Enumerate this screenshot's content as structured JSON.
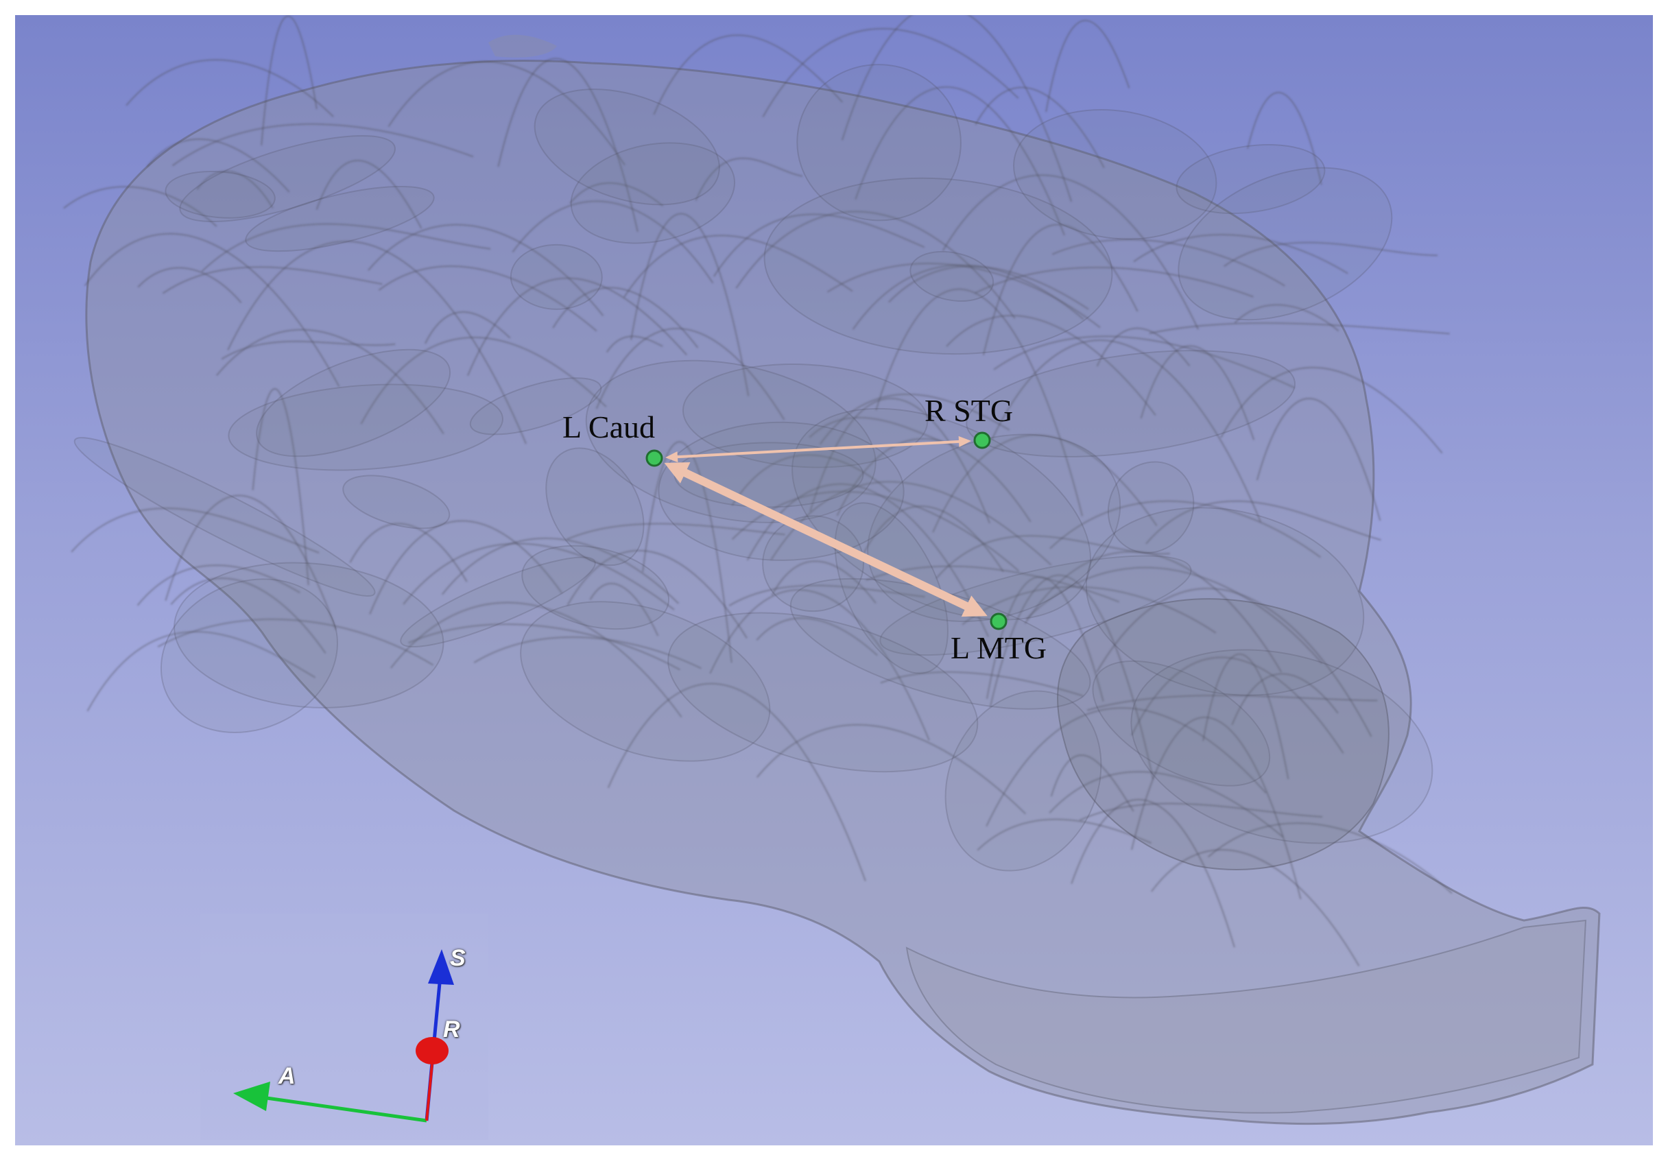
{
  "viewer": {
    "background_top": "#7a84cb",
    "background_bottom": "#b8bde6",
    "model_color": "#8c8ea3",
    "node_color": "#3ec45a",
    "edge_color": "#efc2ad"
  },
  "nodes": [
    {
      "id": "l-caud",
      "label": "L Caud"
    },
    {
      "id": "r-stg",
      "label": "R STG"
    },
    {
      "id": "l-mtg",
      "label": "L MTG"
    }
  ],
  "edges": [
    {
      "from": "L Caud",
      "to": "R STG",
      "weight": "thin"
    },
    {
      "from": "L Caud",
      "to": "L MTG",
      "weight": "thick"
    }
  ],
  "orientation_marker": {
    "superior": "S",
    "right": "R",
    "anterior": "A",
    "superior_color": "#1a2fd6",
    "right_color": "#e01515",
    "anterior_color": "#18c23a"
  }
}
